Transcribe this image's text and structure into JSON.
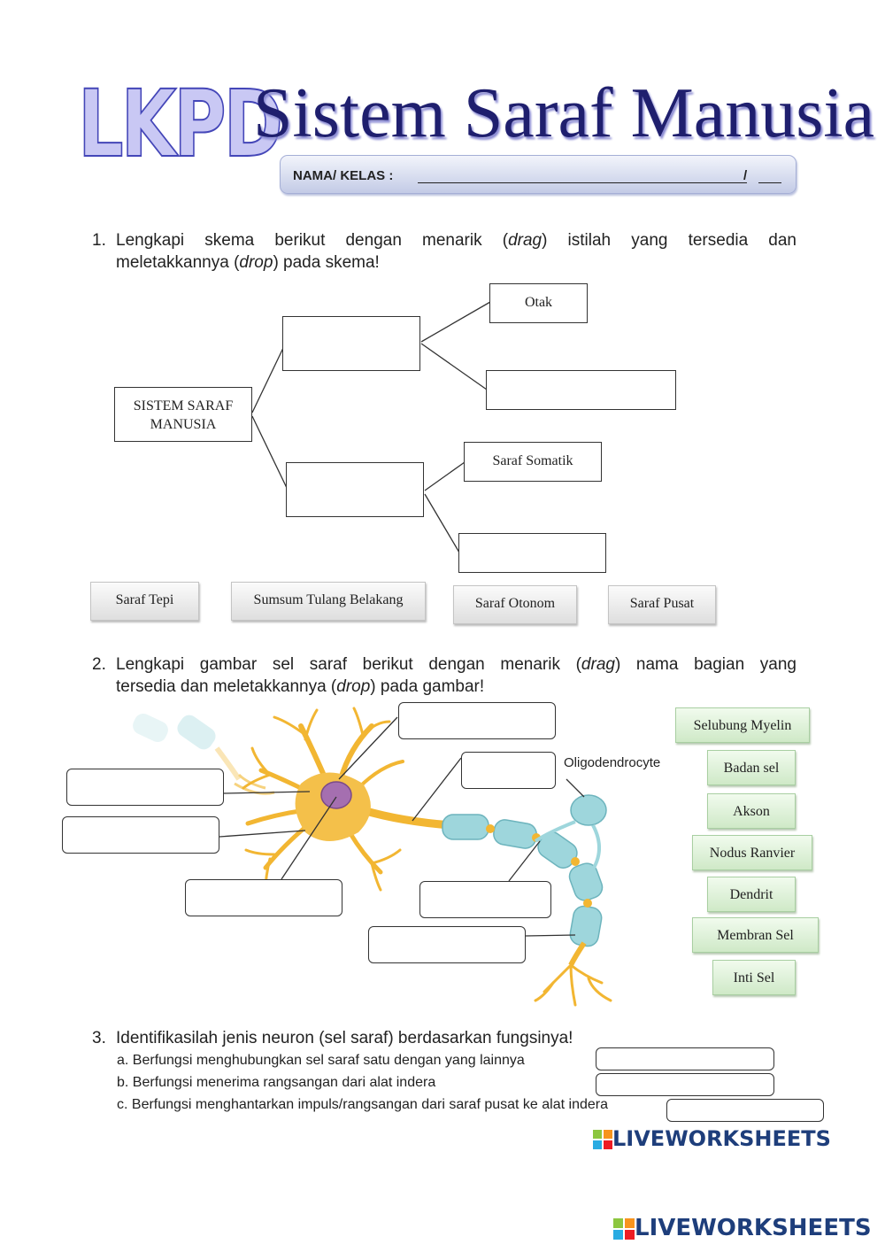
{
  "header": {
    "logo_text": "LKPD",
    "title": "Sistem Saraf Manusia",
    "name_label": "NAMA/ KELAS :",
    "name_slash": "/"
  },
  "q1": {
    "number": "1.",
    "line1": "Lengkapi skema berikut dengan menarik (drag) istilah yang tersedia dan",
    "line2": "meletakkannya (drop) pada skema!",
    "root": "SISTEM SARAF\nMANUSIA",
    "given_otak": "Otak",
    "given_somatik": "Saraf Somatik",
    "options": [
      "Saraf Tepi",
      "Sumsum Tulang Belakang",
      "Saraf Otonom",
      "Saraf Pusat"
    ]
  },
  "q2": {
    "number": "2.",
    "line1": "Lengkapi gambar sel saraf berikut dengan menarik (drag) nama bagian yang",
    "line2": "tersedia dan meletakkannya (drop) pada gambar!",
    "oligo_label": "Oligodendrocyte",
    "options": [
      "Selubung Myelin",
      "Badan sel",
      "Akson",
      "Nodus Ranvier",
      "Dendrit",
      "Membran Sel",
      "Inti Sel"
    ]
  },
  "q3": {
    "number": "3.",
    "title": "Identifikasilah jenis neuron (sel saraf) berdasarkan fungsinya!",
    "items": [
      "a.  Berfungsi menghubungkan sel saraf satu dengan yang lainnya",
      "b.  Berfungsi menerima rangsangan dari alat indera",
      "c.  Berfungsi menghantarkan impuls/rangsangan dari saraf pusat ke alat indera"
    ]
  },
  "footer": {
    "brand": "LIVEWORKSHEETS"
  },
  "colors": {
    "title_blue": "#1f1f6e",
    "logo_fill": "#c9c8f4",
    "neuron_yellow": "#f2b632",
    "myelin_teal": "#9ed6dc",
    "brand_blue": "#1e3e7b"
  }
}
